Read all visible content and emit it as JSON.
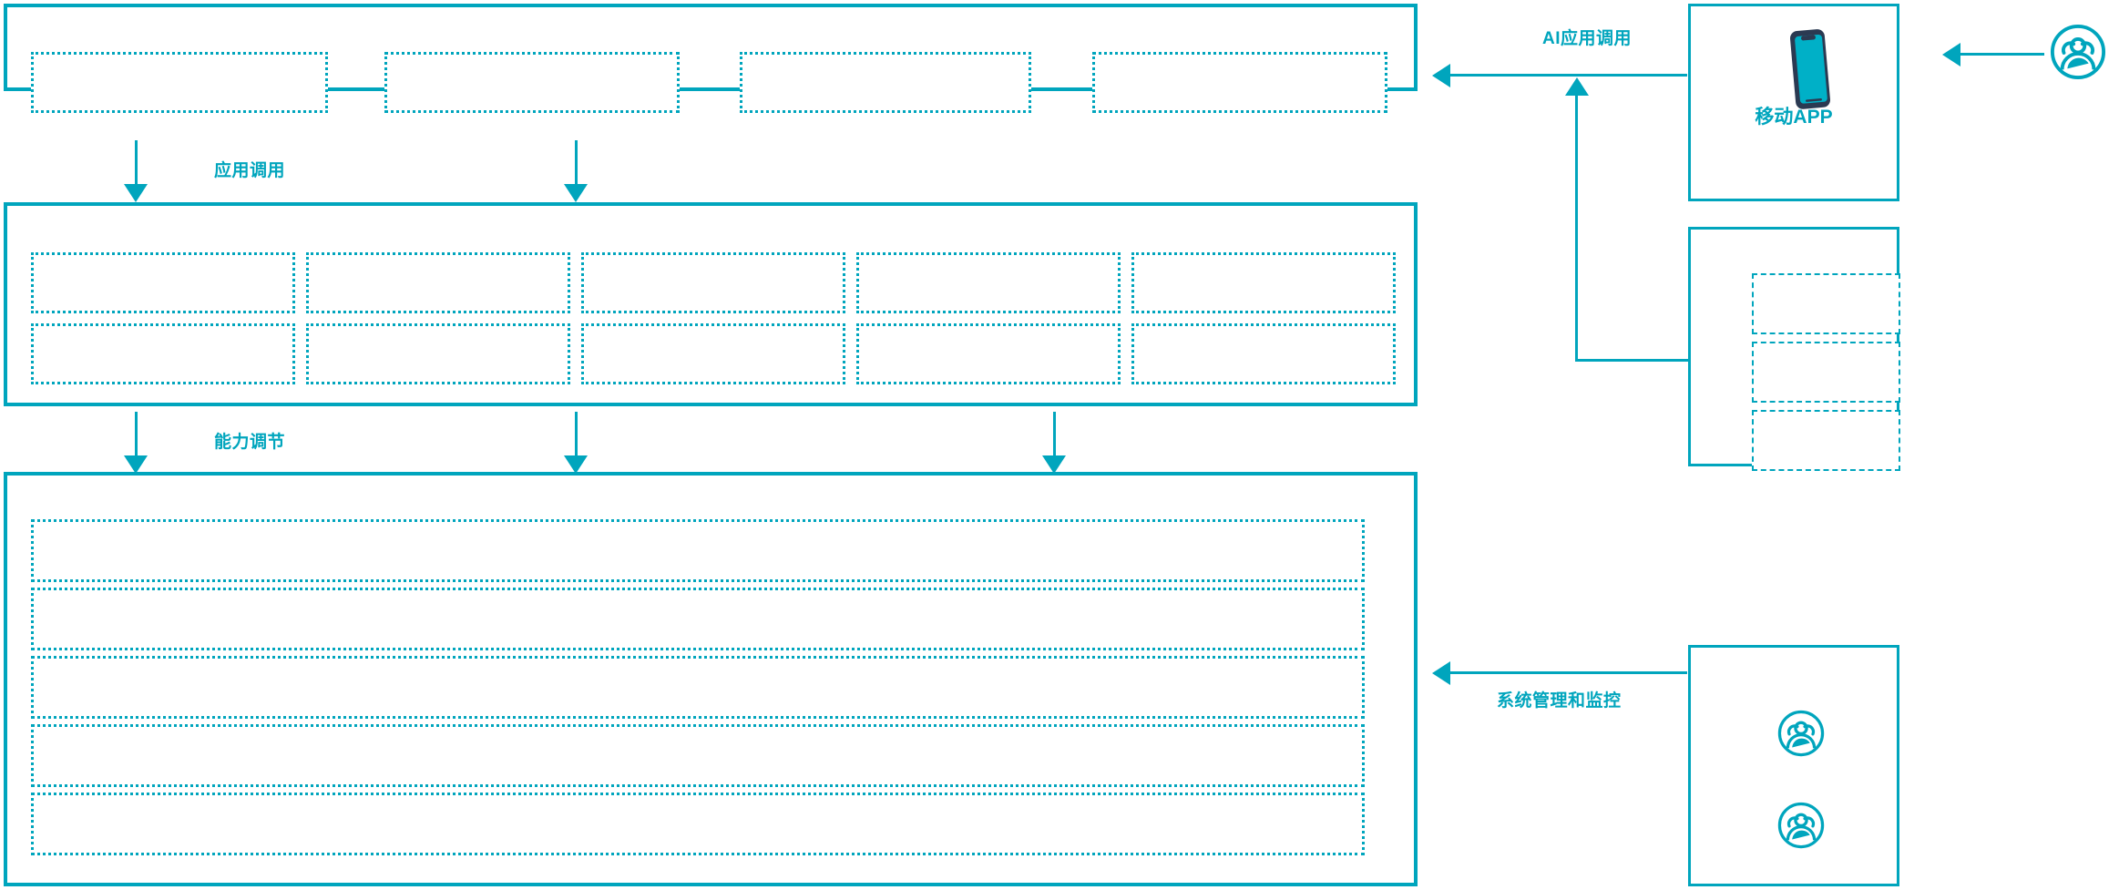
{
  "diagram": {
    "accent_color": "#00a5bd",
    "phone_body_color": "#2b3a52",
    "phone_screen_color": "#00b0c7",
    "background": "#ffffff"
  },
  "layers": {
    "application_layer": {
      "name": "application-layer-panel",
      "slots": [
        "",
        "",
        "",
        ""
      ]
    },
    "capability_layer": {
      "name": "capability-layer-panel",
      "slots_row_1": [
        "",
        "",
        "",
        "",
        ""
      ],
      "slots_row_2": [
        "",
        "",
        "",
        "",
        ""
      ]
    },
    "platform_layer": {
      "name": "platform-layer-panel",
      "slots": [
        "",
        "",
        "",
        "",
        ""
      ]
    }
  },
  "connectors": [
    {
      "id": "app-call",
      "label": "应用调用",
      "direction": "down"
    },
    {
      "id": "capability-adjust",
      "label": "能力调节",
      "direction": "down"
    },
    {
      "id": "ai-app-call",
      "label": "AI应用调用",
      "direction": "left"
    },
    {
      "id": "system-admin-monitor",
      "label": "系统管理和监控",
      "direction": "left"
    }
  ],
  "right_column": {
    "mobile_app_card": {
      "caption": "移动APP",
      "icon": "smartphone-icon"
    },
    "list_card": {
      "slots": [
        "",
        "",
        ""
      ]
    },
    "users_card": {
      "icons": [
        "users-group-icon",
        "users-group-icon"
      ]
    },
    "external_actor": {
      "icon": "users-group-icon"
    }
  }
}
